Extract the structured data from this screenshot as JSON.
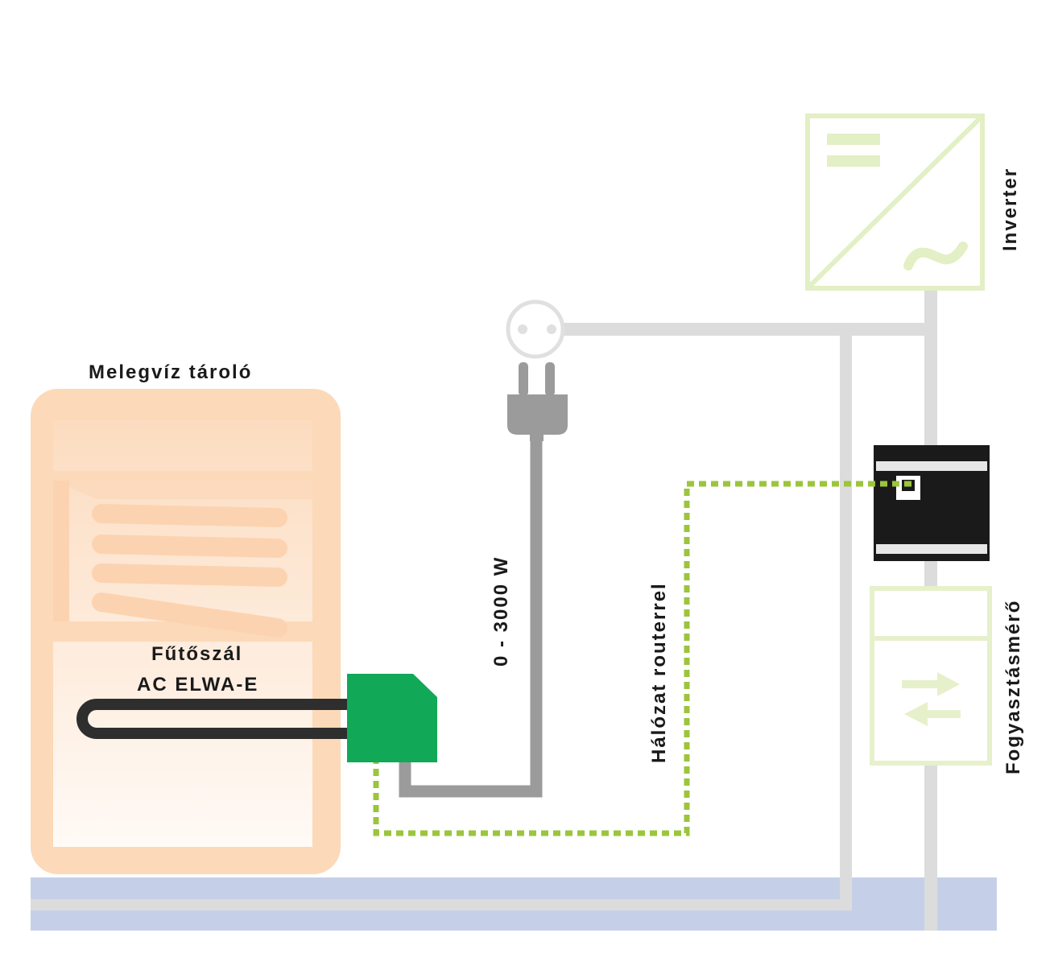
{
  "labels": {
    "tank": "Melegvíz tároló",
    "heater_line1": "Fűtőszál",
    "heater_line2": "AC ELWA-E",
    "power": "0 - 3000 W",
    "network": "Hálózat routerrel",
    "inverter": "Inverter",
    "meter": "Fogyasztásmérő"
  },
  "icons": {
    "inverter": "dc-ac-inverter-icon",
    "meter": "bidirectional-meter-icon",
    "socket": "power-socket-icon",
    "plug": "power-plug-icon",
    "router": "network-router-icon",
    "controller": "elwa-controller-icon"
  },
  "colors": {
    "tank_fill": "#fcd9b8",
    "tank_inner_top": "#fce3cc",
    "coil": "#fcd3b1",
    "heater_rod": "#2e2e2e",
    "controller": "#11a857",
    "power_cable": "#9b9b9b",
    "grid_line": "#dcdcdc",
    "ground_band": "#c5d0e8",
    "network_dotted": "#9bc53d",
    "inverter_green": "#e3efc4",
    "meter_green": "#e6f0cb",
    "router_body": "#1a1a1a"
  }
}
